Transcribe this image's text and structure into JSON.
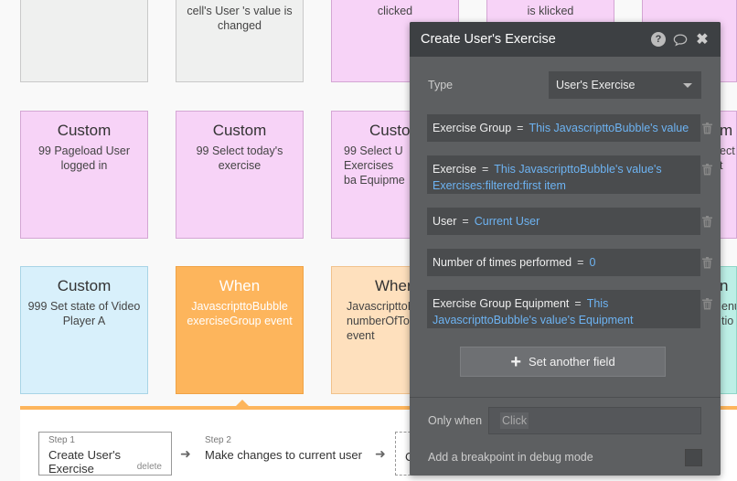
{
  "cards_top": [
    {
      "sub": "cell's User 's value is changed"
    },
    {
      "sub": "clicked"
    },
    {
      "sub": "is klicked"
    }
  ],
  "cards_row2": [
    {
      "title": "Custom",
      "sub": "99 Pageload User logged in"
    },
    {
      "title": "Custom",
      "sub": "99 Select today's exercise"
    },
    {
      "title": "Custo",
      "sub": "99 Select U Exercises ba Equipme"
    },
    {
      "title": "m",
      "sub": "ect t"
    }
  ],
  "cards_row3": [
    {
      "title": "Custom",
      "sub": "999 Set state of Video Player A"
    },
    {
      "title": "When",
      "sub": "JavascripttoBubble exerciseGroup event"
    },
    {
      "title": "Wher",
      "sub": "JavascripttoB numberOfTod event"
    },
    {
      "title": "n",
      "sub": "enu tio"
    }
  ],
  "workflow": {
    "step1": {
      "label": "Step 1",
      "name": "Create User's Exercise",
      "delete": "delete"
    },
    "step2": {
      "label": "Step 2",
      "name": "Make changes to current user"
    },
    "step3": {
      "name": "C"
    }
  },
  "modal": {
    "title": "Create User's Exercise",
    "type_label": "Type",
    "type_value": "User's Exercise",
    "fields": [
      {
        "key": "Exercise Group",
        "eq": "=",
        "value": "This JavascripttoBubble's value"
      },
      {
        "key": "Exercise",
        "eq": "=",
        "value": "This JavascripttoBubble's value's Exercises:filtered:first item"
      },
      {
        "key": "User",
        "eq": "=",
        "value": "Current User"
      },
      {
        "key": "Number of times performed",
        "eq": "=",
        "value": "0"
      },
      {
        "key": "Exercise Group Equipment",
        "eq": "=",
        "value": "This JavascripttoBubble's value's Equipment"
      }
    ],
    "set_field_label": "Set another field",
    "only_when_label": "Only when",
    "only_when_value": "Click",
    "breakpoint_label": "Add a breakpoint in debug mode"
  },
  "icons": {
    "help": "help-icon",
    "comment": "comment-icon",
    "close": "close-icon",
    "trash": "trash-icon",
    "plus": "plus-icon",
    "arrow": "arrow-right-icon"
  },
  "colors": {
    "pink": "#f7d3f7",
    "orange": "#fdb55c",
    "peach": "#fee0bd",
    "blue": "#d8f0fb",
    "teal": "#bcefe6",
    "link": "#6db3f2",
    "modal_bg": "#5d5f61",
    "modal_header": "#3d4043"
  }
}
